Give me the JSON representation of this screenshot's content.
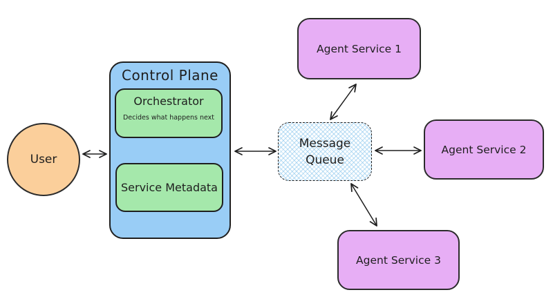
{
  "diagram": {
    "user": {
      "label": "User"
    },
    "control_plane": {
      "title": "Control Plane",
      "orchestrator": {
        "title": "Orchestrator",
        "subtitle": "Decides what happens next"
      },
      "service_metadata": {
        "title": "Service Metadata"
      }
    },
    "message_queue": {
      "label_line1": "Message",
      "label_line2": "Queue"
    },
    "agent_services": [
      {
        "label": "Agent Service 1"
      },
      {
        "label": "Agent Service 2"
      },
      {
        "label": "Agent Service 3"
      }
    ],
    "connections": [
      {
        "from": "User",
        "to": "Control Plane",
        "bidirectional": true
      },
      {
        "from": "Control Plane",
        "to": "Message Queue",
        "bidirectional": true
      },
      {
        "from": "Message Queue",
        "to": "Agent Service 1",
        "bidirectional": true
      },
      {
        "from": "Message Queue",
        "to": "Agent Service 2",
        "bidirectional": true
      },
      {
        "from": "Message Queue",
        "to": "Agent Service 3",
        "bidirectional": true
      }
    ],
    "colors": {
      "background": "#ffffff",
      "stroke": "#1e1e1e",
      "user_fill": "#fbcf9b",
      "control_plane_fill": "#99cdf6",
      "inner_box_fill": "#a5e8ab",
      "agent_fill": "#e7aef5",
      "queue_hatch": "#82c1eb"
    }
  }
}
